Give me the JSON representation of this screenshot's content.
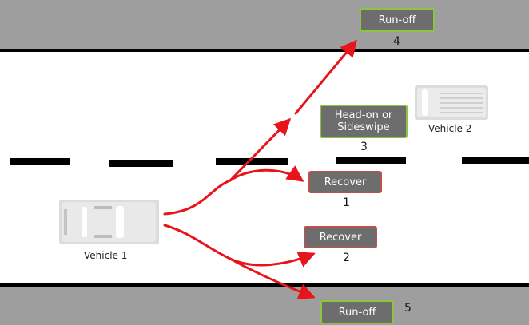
{
  "colors": {
    "shoulder": "#9e9e9e",
    "road": "#ffffff",
    "edge_line": "#000000",
    "lane_dash": "#000000",
    "path_arrow": "#e8141b",
    "label_fill": "#6d6d6d",
    "runoff_border": "#8cc63f",
    "recover_border": "#c0504d"
  },
  "vehicles": [
    {
      "caption": "Vehicle 1",
      "icon": "car-topview-icon"
    },
    {
      "caption": "Vehicle 2",
      "icon": "car-topview-icon"
    }
  ],
  "outcomes": [
    {
      "id": "recover-1",
      "label": "Recover",
      "number": "1"
    },
    {
      "id": "recover-2",
      "label": "Recover",
      "number": "2"
    },
    {
      "id": "headon",
      "label": "Head-on or\nSideswipe",
      "number": "3"
    },
    {
      "id": "runoff-4",
      "label": "Run-off",
      "number": "4"
    },
    {
      "id": "runoff-5",
      "label": "Run-off",
      "number": "5"
    }
  ]
}
